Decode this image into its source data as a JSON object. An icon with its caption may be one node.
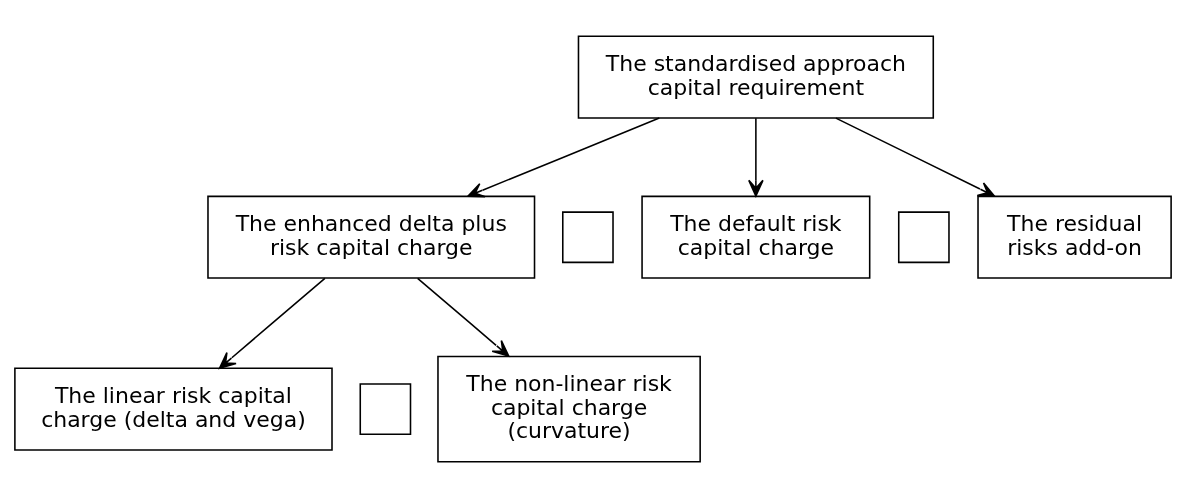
{
  "diagram": {
    "nodes": [
      {
        "text": [
          "The standardised approach capital requirement"
        ]
      },
      {
        "text": [
          "The enhanced delta plus risk capital charge"
        ]
      },
      {
        "text": [],
        "shape": "plus"
      },
      {
        "text": [
          "The default risk capital charge"
        ]
      },
      {
        "text": [],
        "shape": "plus"
      },
      {
        "text": [
          "The residual risks add-on"
        ]
      },
      {
        "text": [
          "The linear risk capital charge (delta and vega)"
        ]
      },
      {
        "text": [],
        "shape": "plus"
      },
      {
        "text": [
          "The non-linear risk capital charge (curvature)"
        ]
      }
    ],
    "edges": [
      {
        "from": 0,
        "to": 1,
        "arrow": "to"
      },
      {
        "from": 0,
        "to": 3,
        "arrow": "to"
      },
      {
        "from": 0,
        "to": 5,
        "arrow": "to"
      },
      {
        "from": 1,
        "to": 6,
        "arrow": "to"
      },
      {
        "from": 1,
        "to": 8,
        "arrow": "to"
      }
    ]
  }
}
